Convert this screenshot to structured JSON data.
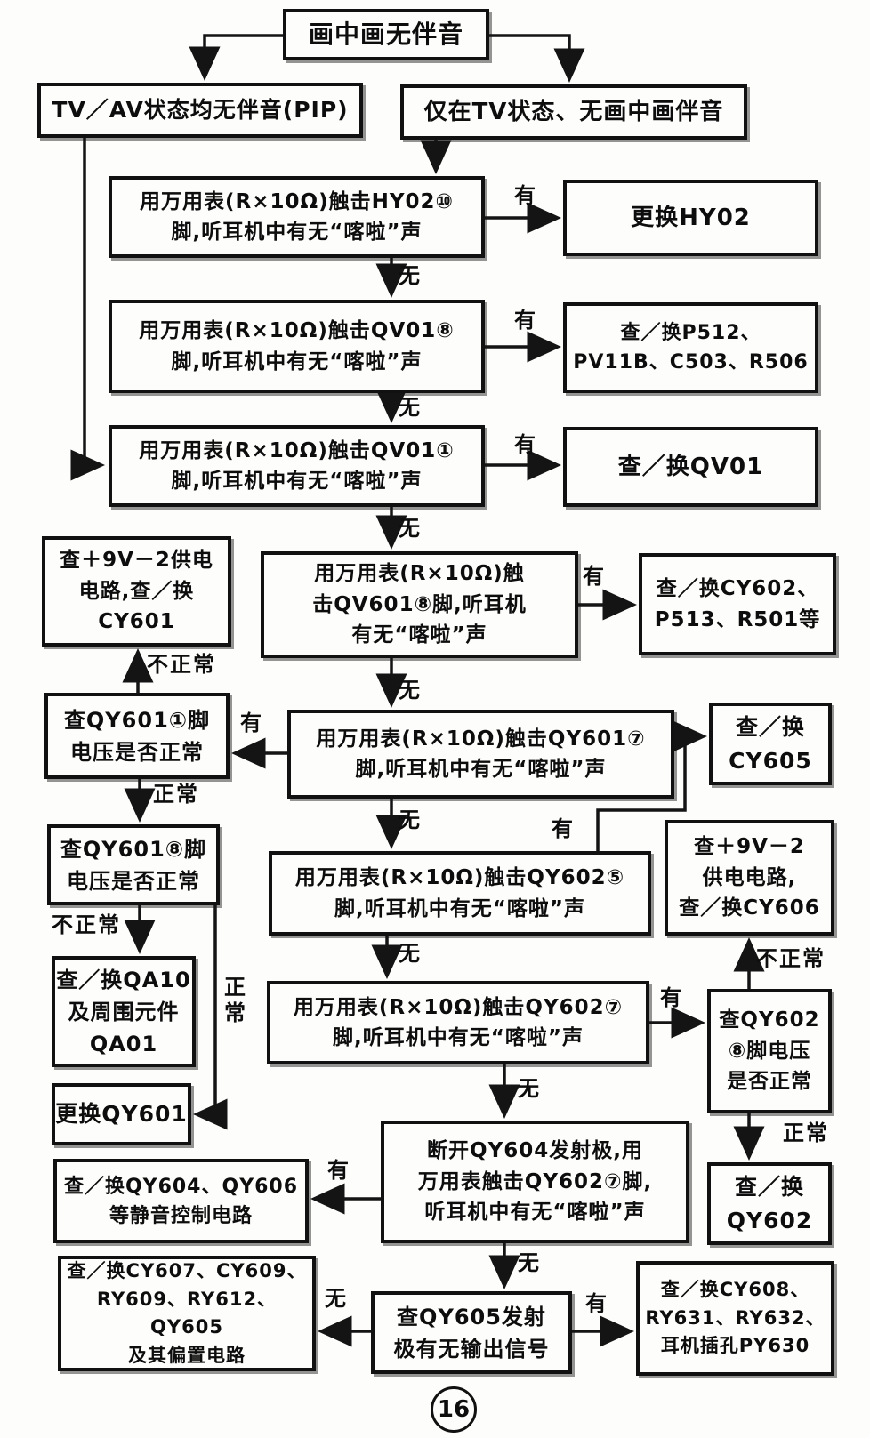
{
  "page_number": "16",
  "nodes": {
    "root": {
      "text": "画中画无伴音"
    },
    "tv_av_both": {
      "text": "TV／AV状态均无伴音(PIP)"
    },
    "tv_only": {
      "text": "仅在TV状态、无画中画伴音"
    },
    "test_hy02": {
      "text": "用万用表(R×10Ω)触击HY02⑩\n脚,听耳机中有无“喀啦”声"
    },
    "replace_hy02": {
      "text": "更换HY02"
    },
    "test_qv01_8": {
      "text": "用万用表(R×10Ω)触击QV01⑧\n脚,听耳机中有无“喀啦”声"
    },
    "check_p512": {
      "text": "查／换P512、\nPV11B、C503、R506"
    },
    "test_qv01_1": {
      "text": "用万用表(R×10Ω)触击QV01①\n脚,听耳机中有无“喀啦”声"
    },
    "check_qv01": {
      "text": "查／换QV01"
    },
    "check_cy601": {
      "text": "查＋9V－2供电\n电路,查／换\nCY601"
    },
    "test_qv601_8": {
      "text": "用万用表(R×10Ω)触\n击QV601⑧脚,听耳机\n有无“喀啦”声"
    },
    "check_cy602": {
      "text": "查／换CY602、\nP513、R501等"
    },
    "check_qy601_1": {
      "text": "查QY601①脚\n电压是否正常"
    },
    "test_qy601_7": {
      "text": "用万用表(R×10Ω)触击QY601⑦\n脚,听耳机中有无“喀啦”声"
    },
    "check_cy605": {
      "text": "查／换\nCY605"
    },
    "test_qy602_5": {
      "text": "用万用表(R×10Ω)触击QY602⑤\n脚,听耳机中有无“喀啦”声"
    },
    "check_cy606": {
      "text": "查＋9V－2\n供电电路,\n查／换CY606"
    },
    "check_qy601_8": {
      "text": "查QY601⑧脚\n电压是否正常"
    },
    "test_qy602_7": {
      "text": "用万用表(R×10Ω)触击QY602⑦\n脚,听耳机中有无“喀啦”声"
    },
    "check_qa10": {
      "text": "查／换QA10\n及周围元件\nQA01"
    },
    "replace_qy601": {
      "text": "更换QY601"
    },
    "test_qy604": {
      "text": "断开QY604发射极,用\n万用表触击QY602⑦脚,\n听耳机中有无“喀啦”声"
    },
    "check_qy604_606": {
      "text": "查／换QY604、QY606\n等静音控制电路"
    },
    "check_qy602_8": {
      "text": "查QY602\n⑧脚电压\n是否正常"
    },
    "check_qy602": {
      "text": "查／换\nQY602"
    },
    "check_cy607": {
      "text": "查／换CY607、CY609、\nRY609、RY612、QY605\n及其偏置电路"
    },
    "test_qy605": {
      "text": "查QY605发射\n极有无输出信号"
    },
    "check_cy608": {
      "text": "查／换CY608、\nRY631、RY632、\n耳机插孔PY630"
    }
  },
  "labels": {
    "yes": "有",
    "no": "无",
    "normal": "正常",
    "abnormal": "不正常",
    "normal_vertical": "正\n常"
  },
  "line_color": "#141414"
}
